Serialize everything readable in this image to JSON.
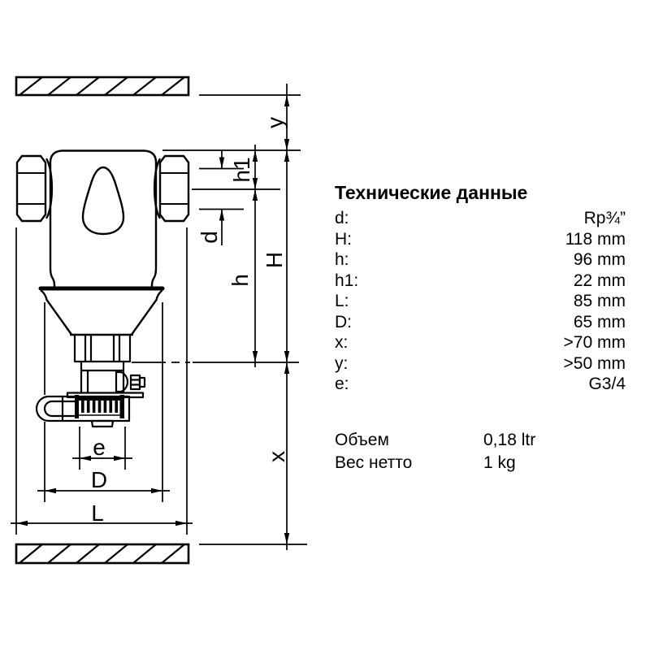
{
  "drawing": {
    "dim_labels": {
      "y": "y",
      "h1": "h1",
      "d": "d",
      "h": "h",
      "H": "H",
      "e": "e",
      "D": "D",
      "L": "L",
      "x": "x"
    }
  },
  "specs": {
    "title": "Технические данные",
    "rows": [
      {
        "label": "d:",
        "value": "Rp¾”"
      },
      {
        "label": "H:",
        "value": "118 mm"
      },
      {
        "label": "h:",
        "value": "96 mm"
      },
      {
        "label": "h1:",
        "value": "22 mm"
      },
      {
        "label": "L:",
        "value": "85 mm"
      },
      {
        "label": "D:",
        "value": "65 mm"
      },
      {
        "label": "x:",
        "value": ">70 mm"
      },
      {
        "label": "y:",
        "value": ">50 mm"
      },
      {
        "label": "e:",
        "value": "G3/4"
      }
    ],
    "extra": [
      {
        "label": "Объем",
        "value": "0,18 ltr"
      },
      {
        "label": "Вес нетто",
        "value": "1 kg"
      }
    ]
  },
  "colors": {
    "ink": "#000000",
    "background": "#ffffff"
  }
}
